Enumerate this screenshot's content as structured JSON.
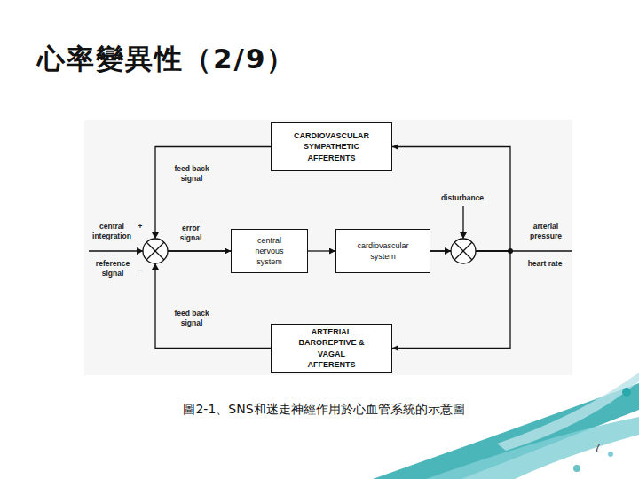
{
  "diagram": {
    "title": "心率變異性（2/9）",
    "caption": "圖2-1、SNS和迷走神經作用於心血管系統的示意圖",
    "nodes": [
      {
        "text": [
          "CARDIOVASCULAR SYMPATHETIC AFFERENTS"
        ]
      },
      {
        "text": [
          "central nervous system"
        ]
      },
      {
        "text": [
          "cardiovascular system"
        ]
      },
      {
        "text": [
          "ARTERIAL BAROREPTIVE & VAGAL AFFERENTS"
        ]
      }
    ],
    "edges": [
      {
        "from": 1,
        "to": 2,
        "arrow": "to"
      },
      {
        "from": 2,
        "to": 0,
        "arrow": "to"
      },
      {
        "from": 2,
        "to": 3,
        "arrow": "to"
      },
      {
        "from": 0,
        "to": 1,
        "arrow": "to"
      },
      {
        "from": 3,
        "to": 1,
        "arrow": "to"
      }
    ],
    "labels": [
      "feed back signal",
      "central integration",
      "+",
      "error signal",
      "disturbance",
      "arterial pressure",
      "reference signal",
      "−",
      "heart rate",
      "feed back signal",
      "7"
    ]
  }
}
